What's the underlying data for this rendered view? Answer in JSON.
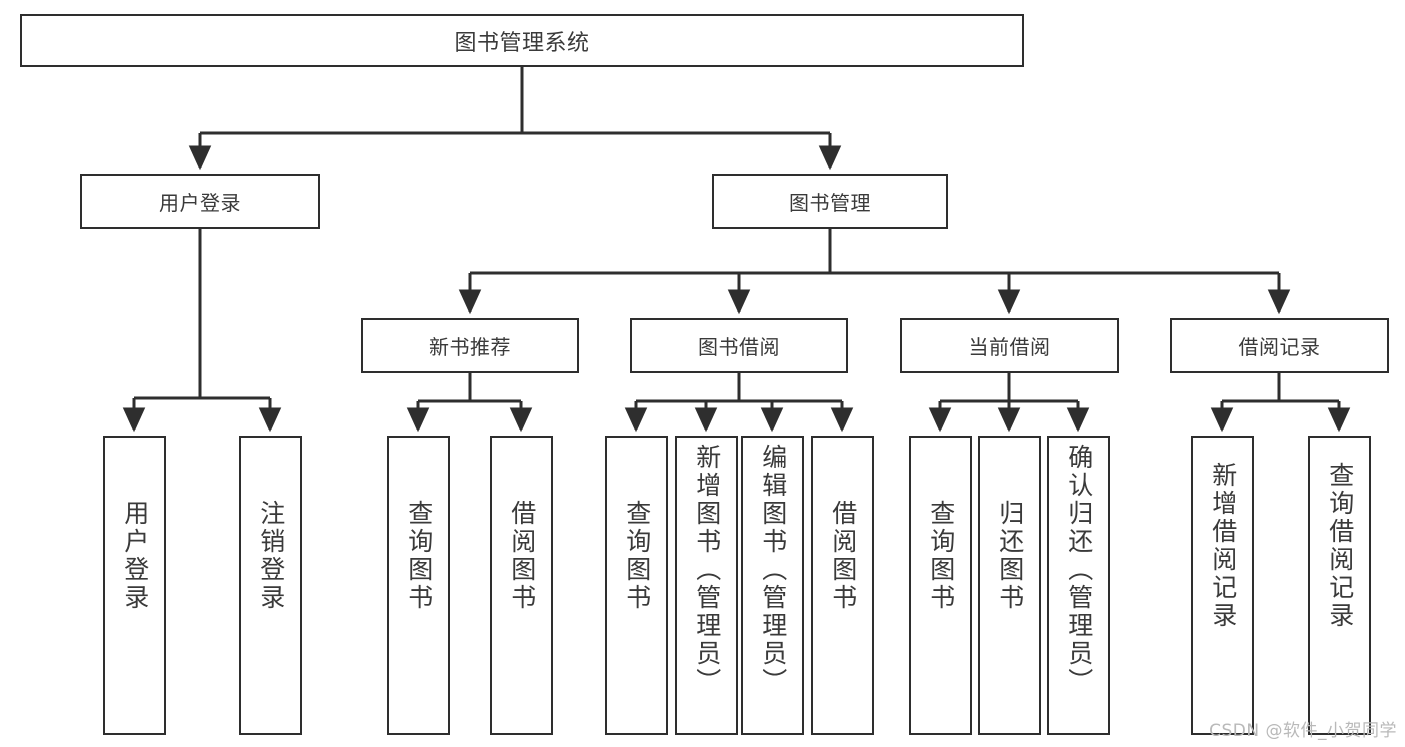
{
  "diagram": {
    "title": "图书管理系统",
    "type": "tree",
    "watermark": "CSDN @软件_小贺同学",
    "colors": {
      "border": "#2e2e2e",
      "text": "#3a3a3a",
      "background": "#ffffff",
      "watermark": "#b9b9b9"
    },
    "root": {
      "label": "图书管理系统"
    },
    "level2": [
      {
        "label": "用户登录"
      },
      {
        "label": "图书管理"
      }
    ],
    "level3": [
      {
        "label": "新书推荐"
      },
      {
        "label": "图书借阅"
      },
      {
        "label": "当前借阅"
      },
      {
        "label": "借阅记录"
      }
    ],
    "leaves": {
      "user_login": [
        {
          "label": "用户登录"
        },
        {
          "label": "注销登录"
        }
      ],
      "new_book": [
        {
          "label": "查询图书"
        },
        {
          "label": "借阅图书"
        }
      ],
      "borrow": [
        {
          "label": "查询图书"
        },
        {
          "label": "新增图书（管理员）"
        },
        {
          "label": "编辑图书（管理员）"
        },
        {
          "label": "借阅图书"
        }
      ],
      "current": [
        {
          "label": "查询图书"
        },
        {
          "label": "归还图书"
        },
        {
          "label": "确认归还（管理员）"
        }
      ],
      "record": [
        {
          "label": "新增借阅记录"
        },
        {
          "label": "查询借阅记录"
        }
      ]
    }
  }
}
